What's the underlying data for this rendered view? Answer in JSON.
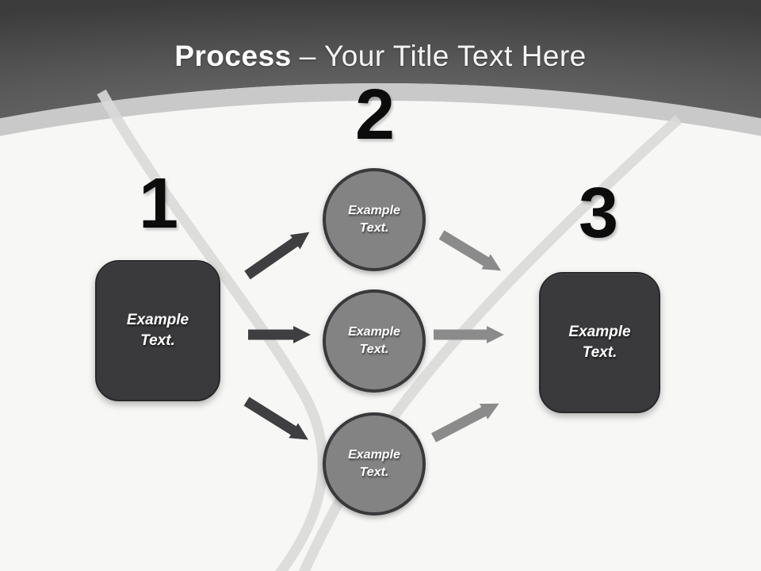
{
  "header": {
    "title_bold": "Process",
    "title_rest": "– Your Title Text Here"
  },
  "diagram": {
    "numbers": [
      "1",
      "2",
      "3"
    ],
    "left_box": {
      "label": "Example Text."
    },
    "right_box": {
      "label": "Example Text."
    },
    "circles": [
      {
        "label": "Example Text."
      },
      {
        "label": "Example Text."
      },
      {
        "label": "Example Text."
      }
    ]
  },
  "colors": {
    "header_dark": "#4a4a4a",
    "arc_band": "#c9c9c9",
    "body_background": "#f7f7f6",
    "swoosh": "#d9d9d9",
    "dark_shape": "#3a3a3c",
    "circle_fill": "#838383",
    "circle_border": "#39393b",
    "arrow_dark": "#3f3f41",
    "arrow_gray": "#8b8b8b",
    "number_color": "#0c0c0c",
    "title_color": "#ffffff"
  }
}
